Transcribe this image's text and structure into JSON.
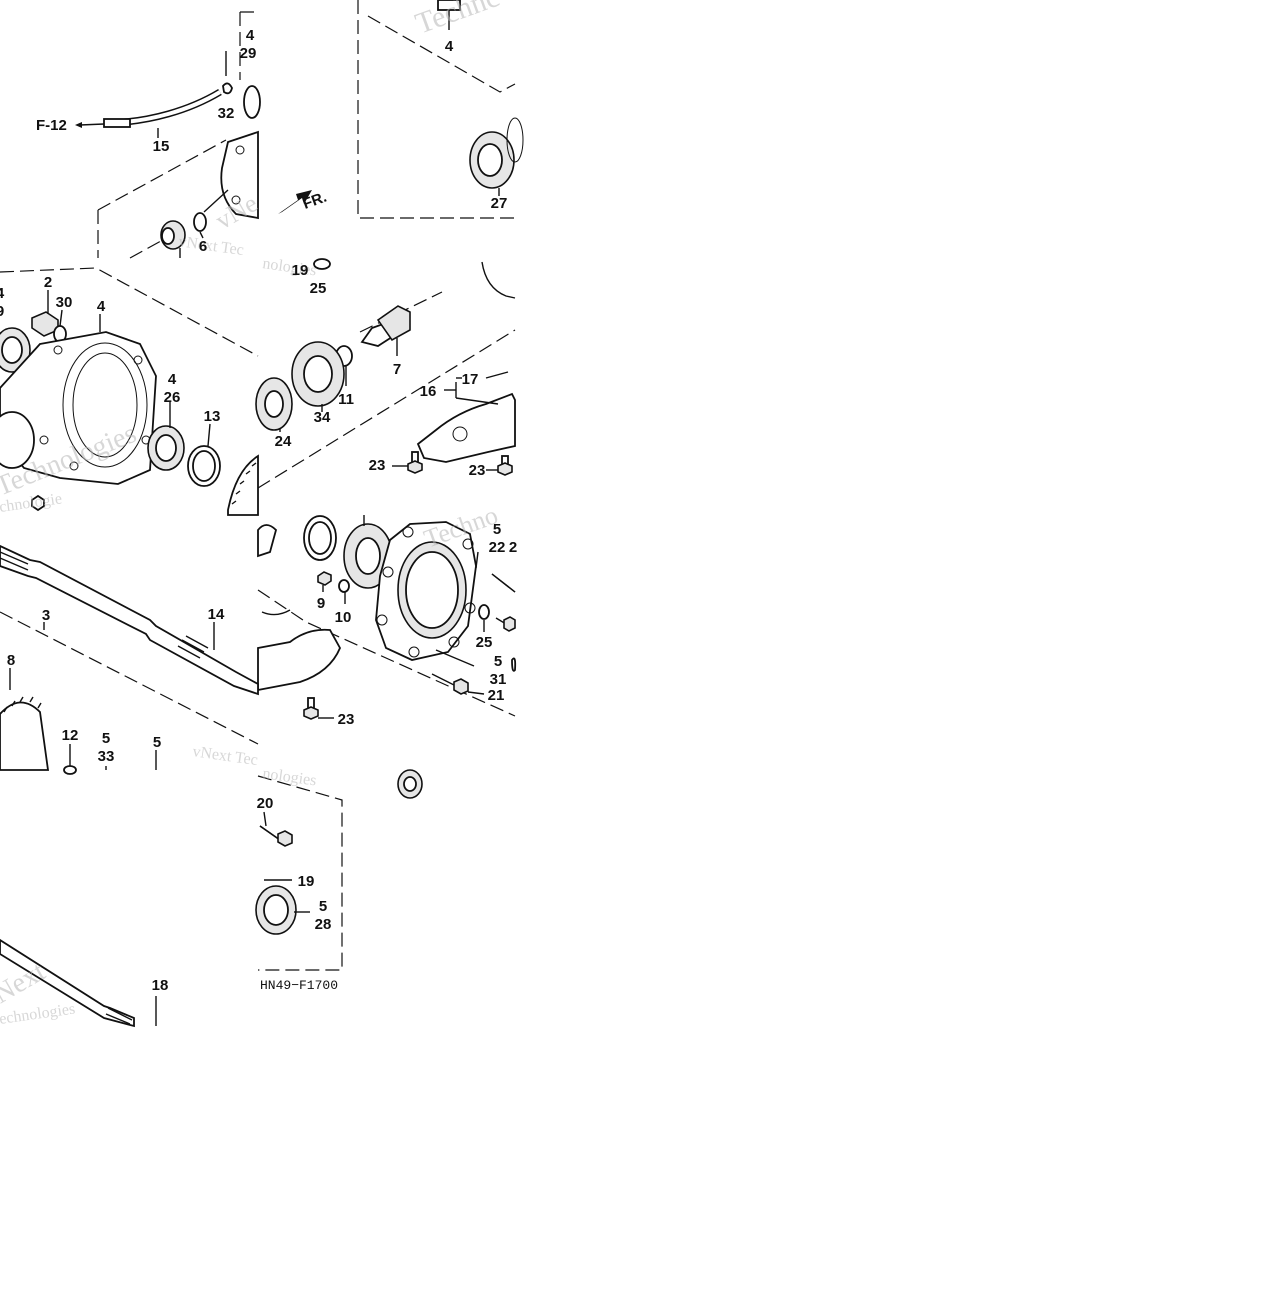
{
  "diagram": {
    "diagram_code": "HN49−F1700",
    "front_marker": "FR.",
    "ref_label": "F-12",
    "watermarks": [
      "Technc",
      "vNext Tec",
      "nologies",
      "Technologies",
      "chnologie",
      "Techno",
      "vNext Tec",
      "nologies",
      "Next",
      "echnologies",
      "vNe"
    ],
    "callouts": [
      {
        "text": "4"
      },
      {
        "text": "29"
      },
      {
        "text": "32"
      },
      {
        "text": "F-12"
      },
      {
        "text": "15"
      },
      {
        "text": "6"
      },
      {
        "text": "4"
      },
      {
        "text": "27"
      },
      {
        "text": "19"
      },
      {
        "text": "25"
      },
      {
        "text": "4"
      },
      {
        "text": "9"
      },
      {
        "text": "2"
      },
      {
        "text": "30"
      },
      {
        "text": "4"
      },
      {
        "text": "4"
      },
      {
        "text": "26"
      },
      {
        "text": "13"
      },
      {
        "text": "7"
      },
      {
        "text": "17"
      },
      {
        "text": "16"
      },
      {
        "text": "11"
      },
      {
        "text": "34"
      },
      {
        "text": "24"
      },
      {
        "text": "23"
      },
      {
        "text": "23"
      },
      {
        "text": "3"
      },
      {
        "text": "14"
      },
      {
        "text": "8"
      },
      {
        "text": "12"
      },
      {
        "text": "5"
      },
      {
        "text": "33"
      },
      {
        "text": "5"
      },
      {
        "text": "5"
      },
      {
        "text": "22"
      },
      {
        "text": "2"
      },
      {
        "text": "9"
      },
      {
        "text": "10"
      },
      {
        "text": "25"
      },
      {
        "text": "5"
      },
      {
        "text": "31"
      },
      {
        "text": "21"
      },
      {
        "text": "23"
      },
      {
        "text": "20"
      },
      {
        "text": "19"
      },
      {
        "text": "5"
      },
      {
        "text": "28"
      },
      {
        "text": "18"
      }
    ]
  }
}
